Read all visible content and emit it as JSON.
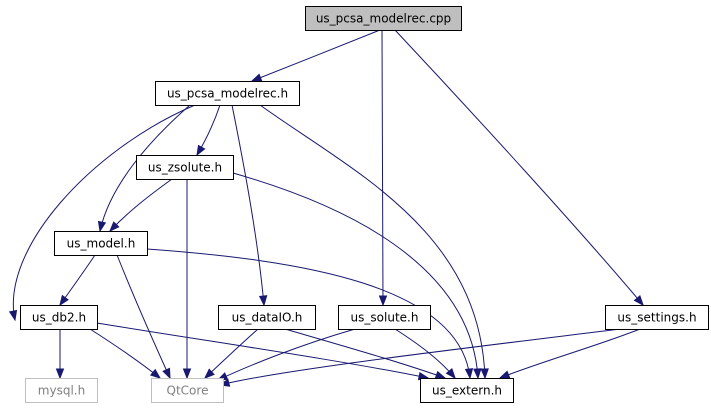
{
  "colors": {
    "edge": "#191970",
    "node_fill": "#ffffff",
    "node_border": "#000000",
    "root_fill": "#bfbfbf",
    "external_border": "#bfbfbf",
    "external_text": "#808080"
  },
  "nodes": [
    {
      "id": "root",
      "label": "us_pcsa_modelrec.cpp",
      "kind": "root"
    },
    {
      "id": "pcsa_h",
      "label": "us_pcsa_modelrec.h",
      "kind": "file"
    },
    {
      "id": "zsolute",
      "label": "us_zsolute.h",
      "kind": "file"
    },
    {
      "id": "model",
      "label": "us_model.h",
      "kind": "file"
    },
    {
      "id": "db2",
      "label": "us_db2.h",
      "kind": "file"
    },
    {
      "id": "dataio",
      "label": "us_dataIO.h",
      "kind": "file"
    },
    {
      "id": "solute",
      "label": "us_solute.h",
      "kind": "file"
    },
    {
      "id": "settings",
      "label": "us_settings.h",
      "kind": "file"
    },
    {
      "id": "mysql",
      "label": "mysql.h",
      "kind": "external"
    },
    {
      "id": "qtcore",
      "label": "QtCore",
      "kind": "external"
    },
    {
      "id": "extern",
      "label": "us_extern.h",
      "kind": "file"
    }
  ],
  "edges": [
    {
      "from": "root",
      "to": "pcsa_h"
    },
    {
      "from": "root",
      "to": "solute"
    },
    {
      "from": "root",
      "to": "settings"
    },
    {
      "from": "pcsa_h",
      "to": "zsolute"
    },
    {
      "from": "pcsa_h",
      "to": "model"
    },
    {
      "from": "pcsa_h",
      "to": "dataio"
    },
    {
      "from": "pcsa_h",
      "to": "qtcore"
    },
    {
      "from": "pcsa_h",
      "to": "extern"
    },
    {
      "from": "zsolute",
      "to": "model"
    },
    {
      "from": "zsolute",
      "to": "qtcore"
    },
    {
      "from": "zsolute",
      "to": "extern"
    },
    {
      "from": "model",
      "to": "db2"
    },
    {
      "from": "model",
      "to": "qtcore"
    },
    {
      "from": "model",
      "to": "extern"
    },
    {
      "from": "db2",
      "to": "mysql"
    },
    {
      "from": "db2",
      "to": "qtcore"
    },
    {
      "from": "db2",
      "to": "extern"
    },
    {
      "from": "dataio",
      "to": "qtcore"
    },
    {
      "from": "dataio",
      "to": "extern"
    },
    {
      "from": "solute",
      "to": "qtcore"
    },
    {
      "from": "solute",
      "to": "extern"
    },
    {
      "from": "settings",
      "to": "qtcore"
    },
    {
      "from": "settings",
      "to": "extern"
    }
  ]
}
